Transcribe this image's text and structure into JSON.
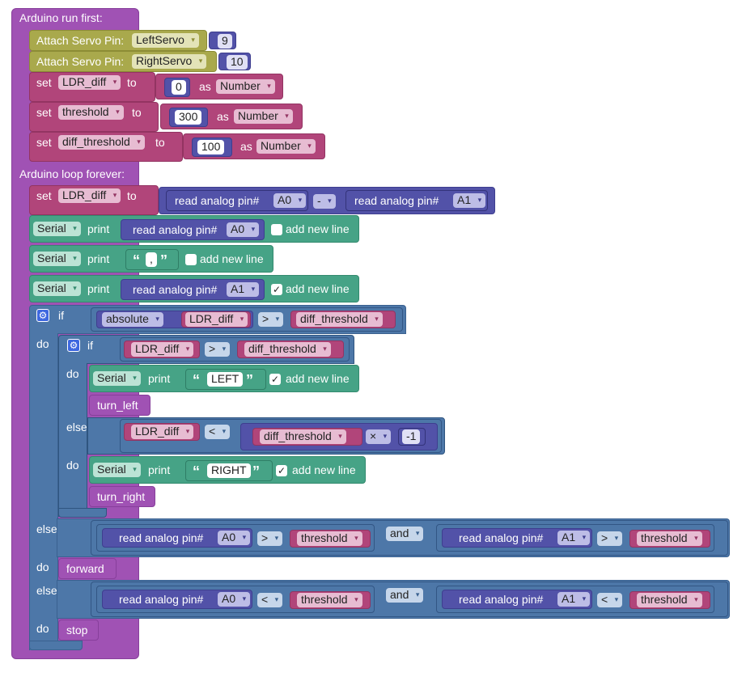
{
  "setup": {
    "title": "Arduino run first:"
  },
  "servo_left": {
    "label": "Attach Servo Pin:",
    "servo": "LeftServo",
    "pin": "9"
  },
  "servo_right": {
    "label": "Attach Servo Pin:",
    "servo": "RightServo",
    "pin": "10"
  },
  "set_ldr": {
    "set": "set",
    "var": "LDR_diff",
    "to": "to",
    "value": "0",
    "as": "as",
    "type": "Number"
  },
  "set_threshold": {
    "set": "set",
    "var": "threshold",
    "to": "to",
    "value": "300",
    "as": "as",
    "type": "Number"
  },
  "set_diff": {
    "set": "set",
    "var": "diff_threshold",
    "to": "to",
    "value": "100",
    "as": "as",
    "type": "Number"
  },
  "loop": {
    "title": "Arduino loop forever:"
  },
  "loop_set": {
    "set": "set",
    "var": "LDR_diff",
    "to": "to",
    "read_a": "read analog pin#",
    "pin_a": "A0",
    "op": "-",
    "read_b": "read analog pin#",
    "pin_b": "A1"
  },
  "print1": {
    "serial": "Serial",
    "print": "print",
    "read": "read analog pin#",
    "pin": "A0",
    "newline": "add new line",
    "checked": ""
  },
  "print2": {
    "serial": "Serial",
    "print": "print",
    "text": ",",
    "newline": "add new line",
    "checked": ""
  },
  "print3": {
    "serial": "Serial",
    "print": "print",
    "read": "read analog pin#",
    "pin": "A1",
    "newline": "add new line",
    "checked": "✓"
  },
  "if_outer": {
    "if": "if",
    "func": "absolute",
    "var": "LDR_diff",
    "op": ">",
    "rhs": "diff_threshold",
    "do": "do"
  },
  "if_inner": {
    "if": "if",
    "var": "LDR_diff",
    "op": ">",
    "rhs": "diff_threshold",
    "do": "do"
  },
  "print_left": {
    "serial": "Serial",
    "print": "print",
    "text": "LEFT",
    "newline": "add new line",
    "checked": "✓"
  },
  "turn_left": {
    "label": "turn_left"
  },
  "elseif_inner": {
    "label": "else if",
    "var": "LDR_diff",
    "op": "<",
    "mul_var": "diff_threshold",
    "mul_op": "×",
    "mul_val": "-1",
    "do": "do"
  },
  "print_right": {
    "serial": "Serial",
    "print": "print",
    "text": "RIGHT",
    "newline": "add new line",
    "checked": "✓"
  },
  "turn_right": {
    "label": "turn_right"
  },
  "elseif_fwd": {
    "label": "else if",
    "read_a": "read analog pin#",
    "pin_a": "A0",
    "op_a": ">",
    "var_a": "threshold",
    "logic": "and",
    "read_b": "read analog pin#",
    "pin_b": "A1",
    "op_b": ">",
    "var_b": "threshold",
    "do": "do",
    "action": "forward"
  },
  "elseif_stop": {
    "label": "else if",
    "read_a": "read analog pin#",
    "pin_a": "A0",
    "op_a": "<",
    "var_a": "threshold",
    "logic": "and",
    "read_b": "read analog pin#",
    "pin_b": "A1",
    "op_b": "<",
    "var_b": "threshold",
    "do": "do",
    "action": "stop"
  },
  "icons": {
    "caret": "▾",
    "gear": "⚙",
    "quote_open": "“",
    "quote_close": "”"
  },
  "colors": {
    "setup": "#a052b4",
    "servo": "#a9a94c",
    "variable": "#b1457a",
    "io": "#5252a8",
    "serial": "#46a386",
    "logic": "#4d77a8"
  }
}
